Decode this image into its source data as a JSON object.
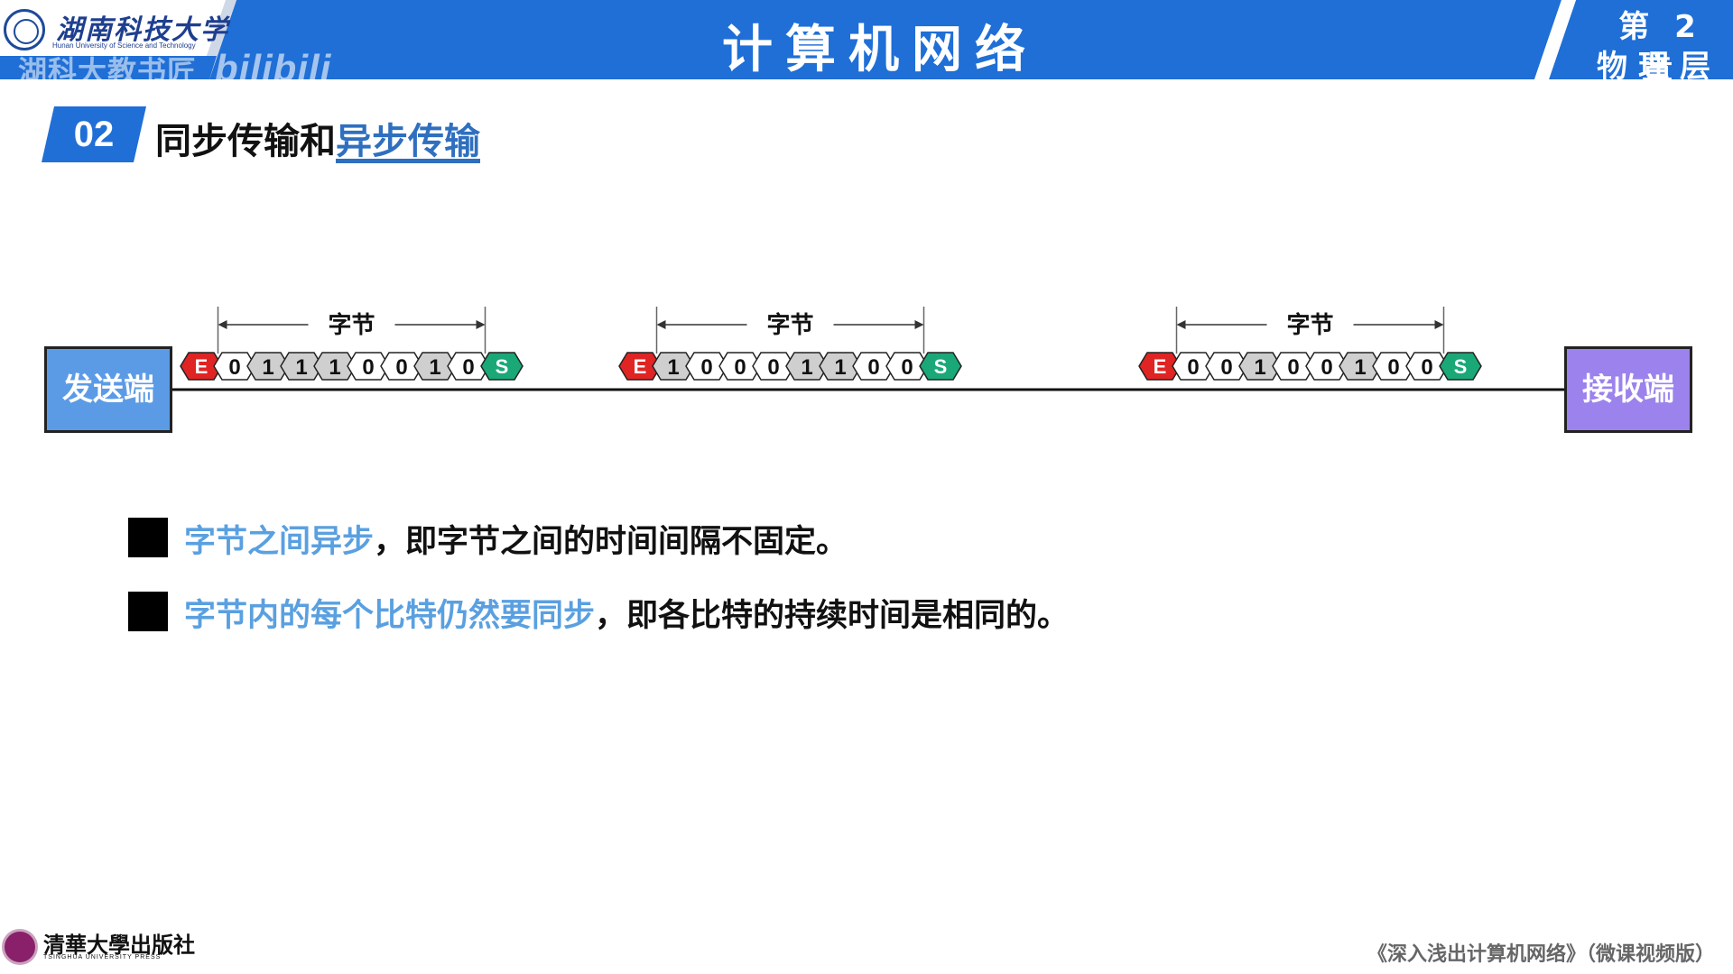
{
  "header": {
    "university_cn": "湖南科技大学",
    "university_en": "Hunan University of Science and Technology",
    "watermark": "湖科大教书匠",
    "watermark_site": "bilibili",
    "title": "计算机网络",
    "chapter_line1": "第 2 章",
    "chapter_line2": "物理层",
    "colors": {
      "banner": "#1f6fd6",
      "banner_dark": "#1b5fbf"
    }
  },
  "section": {
    "number": "02",
    "title_plain": "同步传输和",
    "title_highlight": "异步传输"
  },
  "diagram": {
    "sender_label": "发送端",
    "receiver_label": "接收端",
    "byte_label": "字节",
    "start_bit_label": "E",
    "stop_bit_label": "S",
    "frames": [
      {
        "bits": [
          "0",
          "1",
          "1",
          "1",
          "0",
          "0",
          "1",
          "0"
        ]
      },
      {
        "bits": [
          "1",
          "0",
          "0",
          "0",
          "1",
          "1",
          "0",
          "0"
        ]
      },
      {
        "bits": [
          "0",
          "0",
          "1",
          "0",
          "0",
          "1",
          "0",
          "0"
        ]
      }
    ],
    "colors": {
      "start": "#e02424",
      "stop": "#1aa877",
      "bit_one": "#cfcfcf",
      "bit_zero": "#ffffff",
      "sender": "#5b9be6",
      "receiver": "#9b82ec"
    }
  },
  "bullets": [
    {
      "highlight": "字节之间异步",
      "rest": "，即字节之间的时间间隔不固定。"
    },
    {
      "highlight": "字节内的每个比特仍然要同步",
      "rest": "，即各比特的持续时间是相同的。"
    }
  ],
  "footer": {
    "publisher_cn": "清華大學出版社",
    "publisher_en": "TSINGHUA UNIVERSITY PRESS",
    "book_title": "《深入浅出计算机网络》（微课视频版）"
  }
}
